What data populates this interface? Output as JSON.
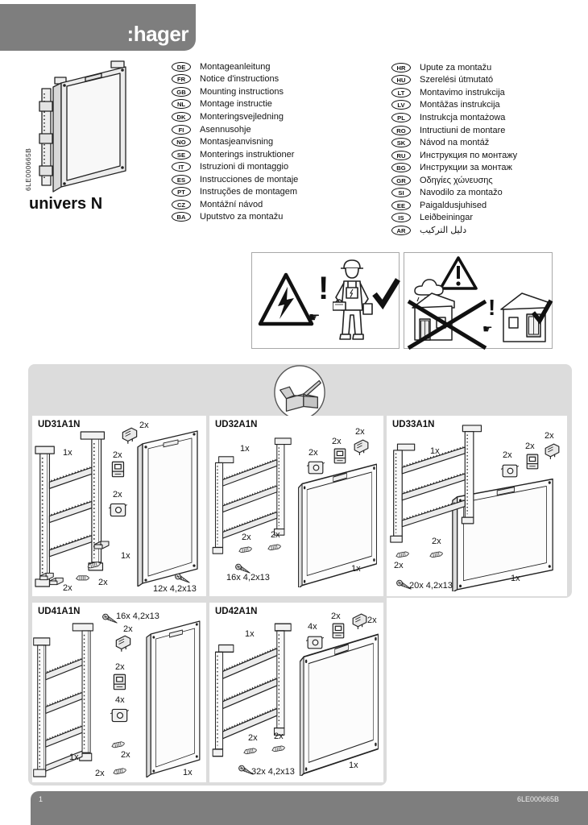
{
  "header": {
    "logo_text": ":hager"
  },
  "product": {
    "order_code": "6LE000665B",
    "name": "univers N"
  },
  "languages_left": [
    {
      "code": "DE",
      "label": "Montageanleitung"
    },
    {
      "code": "FR",
      "label": "Notice d'instructions"
    },
    {
      "code": "GB",
      "label": "Mounting instructions"
    },
    {
      "code": "NL",
      "label": "Montage instructie"
    },
    {
      "code": "DK",
      "label": "Monteringsvejledning"
    },
    {
      "code": "FI",
      "label": "Asennusohje"
    },
    {
      "code": "NO",
      "label": "Montasjeanvisning"
    },
    {
      "code": "SE",
      "label": "Monterings instruktioner"
    },
    {
      "code": "IT",
      "label": "Istruzioni di montaggio"
    },
    {
      "code": "ES",
      "label": "Instrucciones de montaje"
    },
    {
      "code": "PT",
      "label": "Instruções de montagem"
    },
    {
      "code": "CZ",
      "label": "Montážní návod"
    },
    {
      "code": "BA",
      "label": "Uputstvo za montažu"
    }
  ],
  "languages_right": [
    {
      "code": "HR",
      "label": "Upute za montažu"
    },
    {
      "code": "HU",
      "label": "Szerelési útmutató"
    },
    {
      "code": "LT",
      "label": "Montavimo instrukcija"
    },
    {
      "code": "LV",
      "label": "Montāžas instrukcija"
    },
    {
      "code": "PL",
      "label": "Instrukcja montażowa"
    },
    {
      "code": "RO",
      "label": "Intructiuni de montare"
    },
    {
      "code": "SK",
      "label": "Návod na montáž"
    },
    {
      "code": "RU",
      "label": "Инструкция по монтажу"
    },
    {
      "code": "BG",
      "label": "Инструкции за монтаж"
    },
    {
      "code": "GR",
      "label": "Οδηγίες χώνευσης"
    },
    {
      "code": "SI",
      "label": "Navodilo za montažo"
    },
    {
      "code": "EE",
      "label": "Paigaldusjuhised"
    },
    {
      "code": "IS",
      "label": "Leiðbeiningar"
    },
    {
      "code": "AR",
      "label": "دليل التركيب"
    }
  ],
  "icons": {
    "exclamation_glyph": "!",
    "hand_glyph": "☛"
  },
  "panels": [
    {
      "model": "UD31A1N",
      "quantities": {
        "frame": "1x",
        "clamp": "2x",
        "bracket": "2x",
        "plate": "2x",
        "door": "1x",
        "hinge": "2x",
        "dowel": "2x",
        "screws": "12x 4,2x13"
      }
    },
    {
      "model": "UD32A1N",
      "quantities": {
        "frame": "1x",
        "plate": "2x",
        "bracket": "2x",
        "clamp": "2x",
        "dowel_a": "2x",
        "dowel_b": "2x",
        "screws": "16x 4,2x13",
        "door": "1x"
      }
    },
    {
      "model": "UD33A1N",
      "quantities": {
        "frame": "1x",
        "plate": "2x",
        "bracket": "2x",
        "clamp": "2x",
        "dowel_a": "2x",
        "dowel_b": "2x",
        "screws": "20x 4,2x13",
        "door": "1x"
      }
    },
    {
      "model": "UD41A1N",
      "quantities": {
        "screws": "16x 4,2x13",
        "clamp": "2x",
        "bracket": "2x",
        "plate": "4x",
        "dowel_a": "2x",
        "frame": "1x",
        "dowel_b": "2x",
        "door": "1x"
      }
    },
    {
      "model": "UD42A1N",
      "quantities": {
        "frame": "1x",
        "plate": "4x",
        "bracket": "2x",
        "clamp": "2x",
        "dowel_a": "2x",
        "dowel_b": "2x",
        "screws": "32x 4,2x13",
        "door": "1x"
      }
    }
  ],
  "footer": {
    "page_number": "1",
    "document_code": "6LE000665B"
  }
}
